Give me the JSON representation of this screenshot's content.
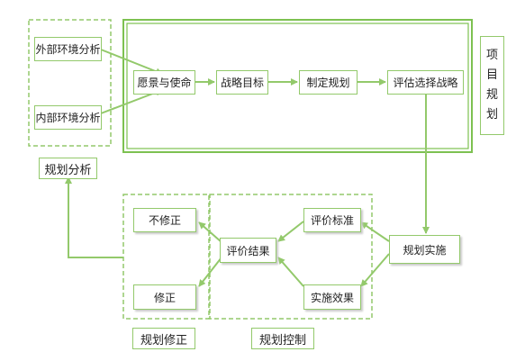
{
  "diagram": {
    "nodes": {
      "external_analysis": "外部环境分析",
      "internal_analysis": "内部环境分析",
      "vision_mission": "愿景与使命",
      "strategic_goal": "战略目标",
      "formulate_plan": "制定规划",
      "evaluate_strategy": "评估选择战略",
      "plan_implementation": "规划实施",
      "eval_standard": "评价标准",
      "impl_effect": "实施效果",
      "eval_result": "评价结果",
      "no_correction": "不修正",
      "correction": "修正"
    },
    "groups": {
      "planning_analysis": "规划分析",
      "project_planning": [
        "项",
        "目",
        "规",
        "划"
      ],
      "planning_correction": "规划修正",
      "planning_control": "规划控制"
    },
    "colors": {
      "line": "#93c96b",
      "frame": "#7dc151"
    }
  }
}
